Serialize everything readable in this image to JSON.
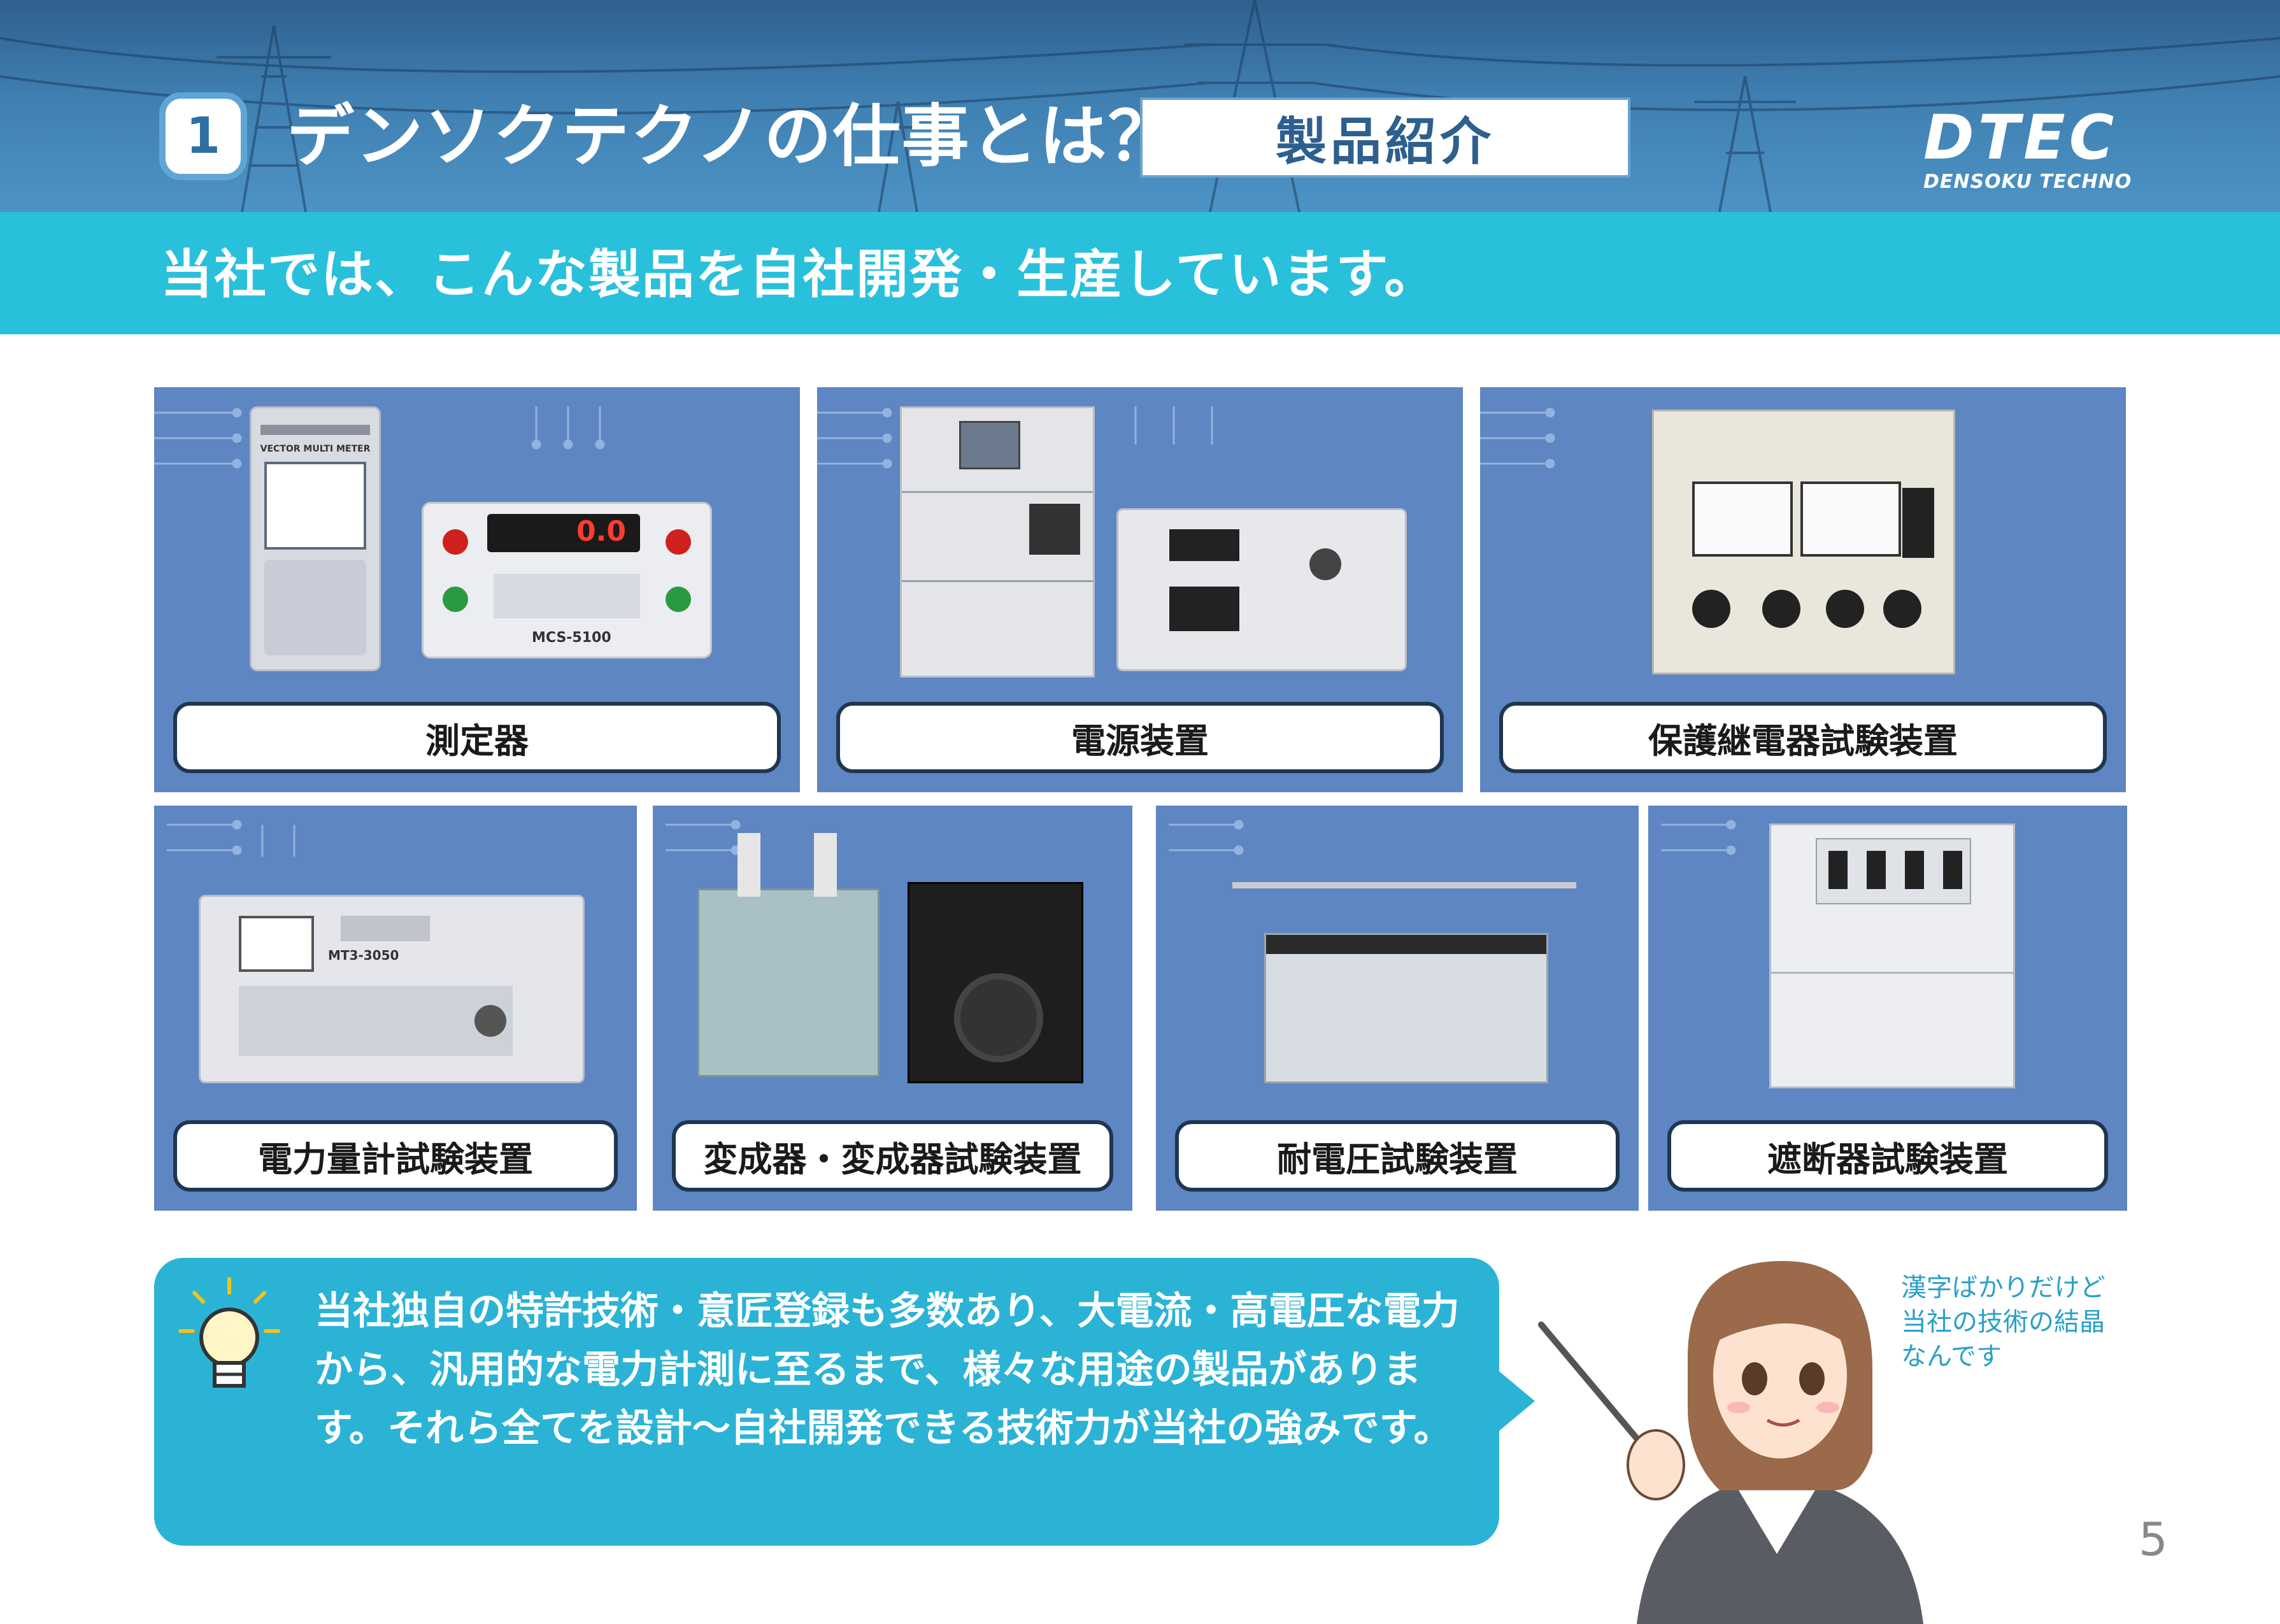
{
  "header": {
    "section_number": "1",
    "title": "デンソクテクノの仕事とは？",
    "section_tag": "製品紹介",
    "logo_mark": "DTEC",
    "logo_text": "DENSOKU TECHNO"
  },
  "lead": "当社では、こんな製品を自社開発・生産しています。",
  "products": [
    {
      "label": "測定器",
      "icon": "measuring-instrument"
    },
    {
      "label": "電源装置",
      "icon": "power-supply-unit"
    },
    {
      "label": "保護継電器試験装置",
      "icon": "relay-test-set"
    },
    {
      "label": "電力量計試験装置",
      "icon": "watthour-meter-tester"
    },
    {
      "label": "変成器・変成器試験装置",
      "icon": "transformer"
    },
    {
      "label": "耐電圧試験装置",
      "icon": "withstand-voltage-tester"
    },
    {
      "label": "遮断器試験装置",
      "icon": "breaker-tester"
    }
  ],
  "device_text": {
    "vector_multimeter": "VECTOR MULTI METER",
    "counter_model": "MCS-5100",
    "counter_display": "0.0",
    "generator_model": "MT3-3050"
  },
  "info": {
    "text": "当社独自の特許技術・意匠登録も多数あり、大電流・高電圧な電力から、汎用的な電力計測に至るまで、様々な用途の製品があります。それら全てを設計〜自社開発できる技術力が当社の強みです。"
  },
  "handwritten_note": [
    "漢字ばかりだけど",
    "当社の技術の結晶",
    "なんです"
  ],
  "page_number": "5",
  "colors": {
    "header_blue": "#3f7fb1",
    "band_cyan": "#29c0dc",
    "card_blue": "#5d86c2",
    "info_cyan": "#2bb3d6",
    "note_blue": "#2a9fc9"
  }
}
